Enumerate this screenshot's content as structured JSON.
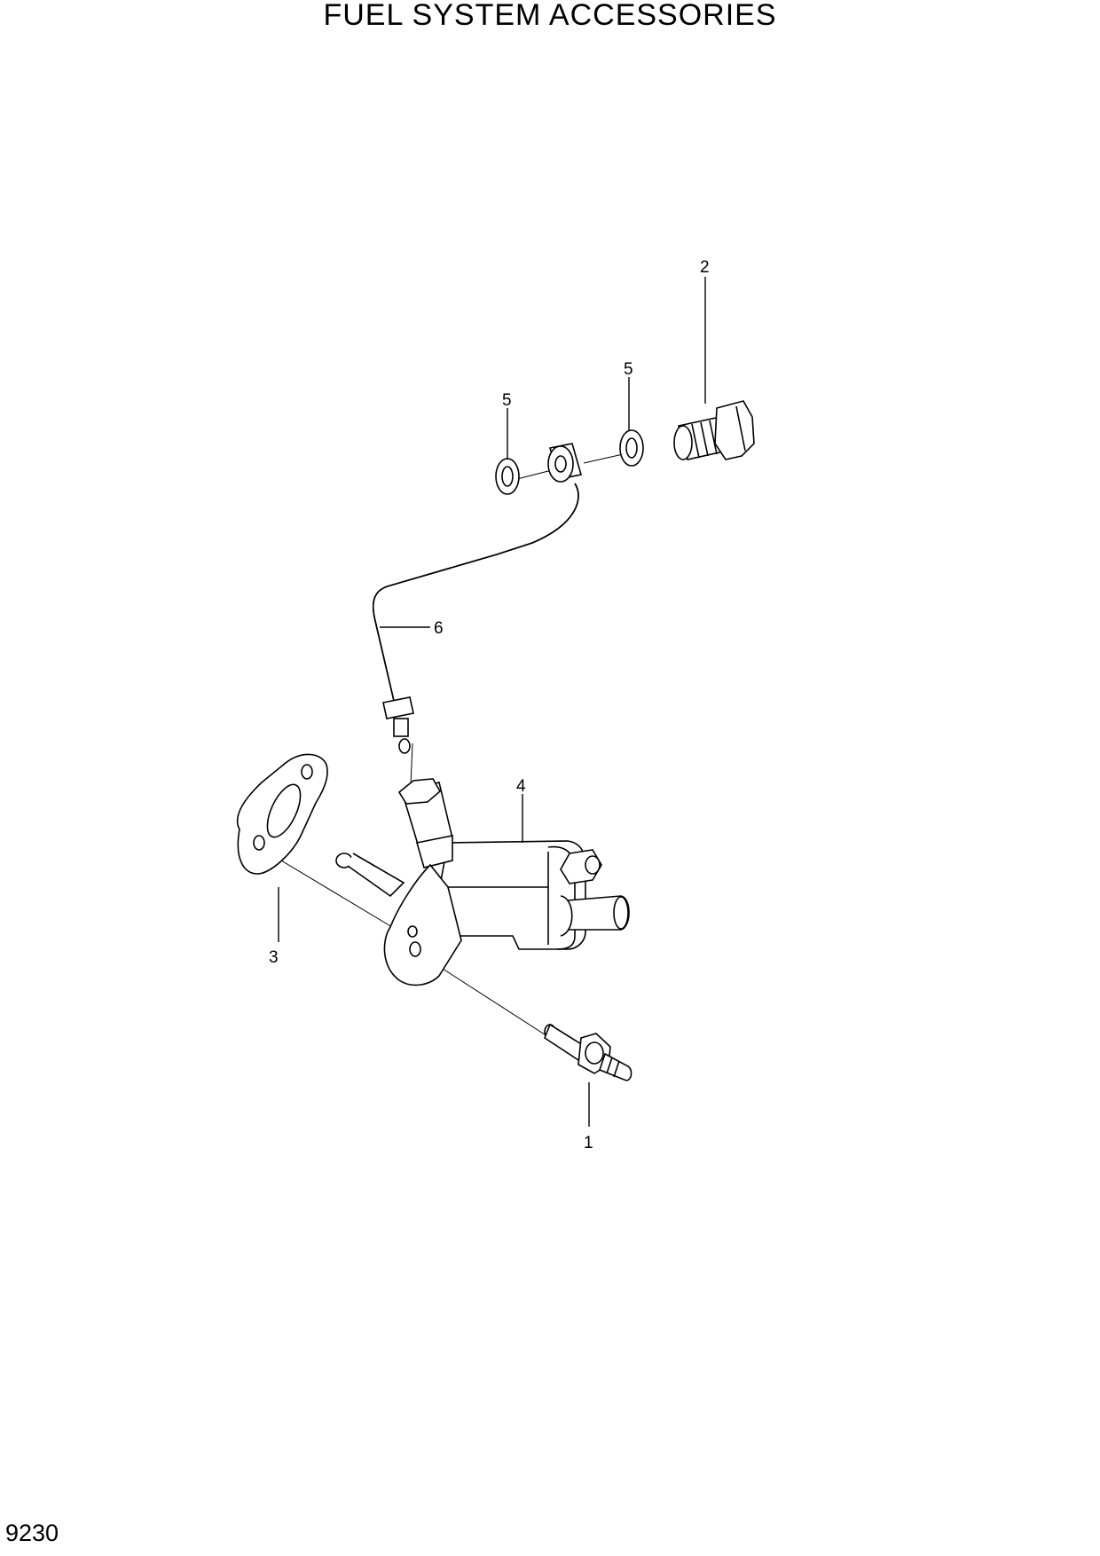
{
  "title": "FUEL SYSTEM ACCESSORIES",
  "page_number": "9230",
  "callouts": [
    "1",
    "2",
    "3",
    "4",
    "5",
    "5",
    "6"
  ]
}
